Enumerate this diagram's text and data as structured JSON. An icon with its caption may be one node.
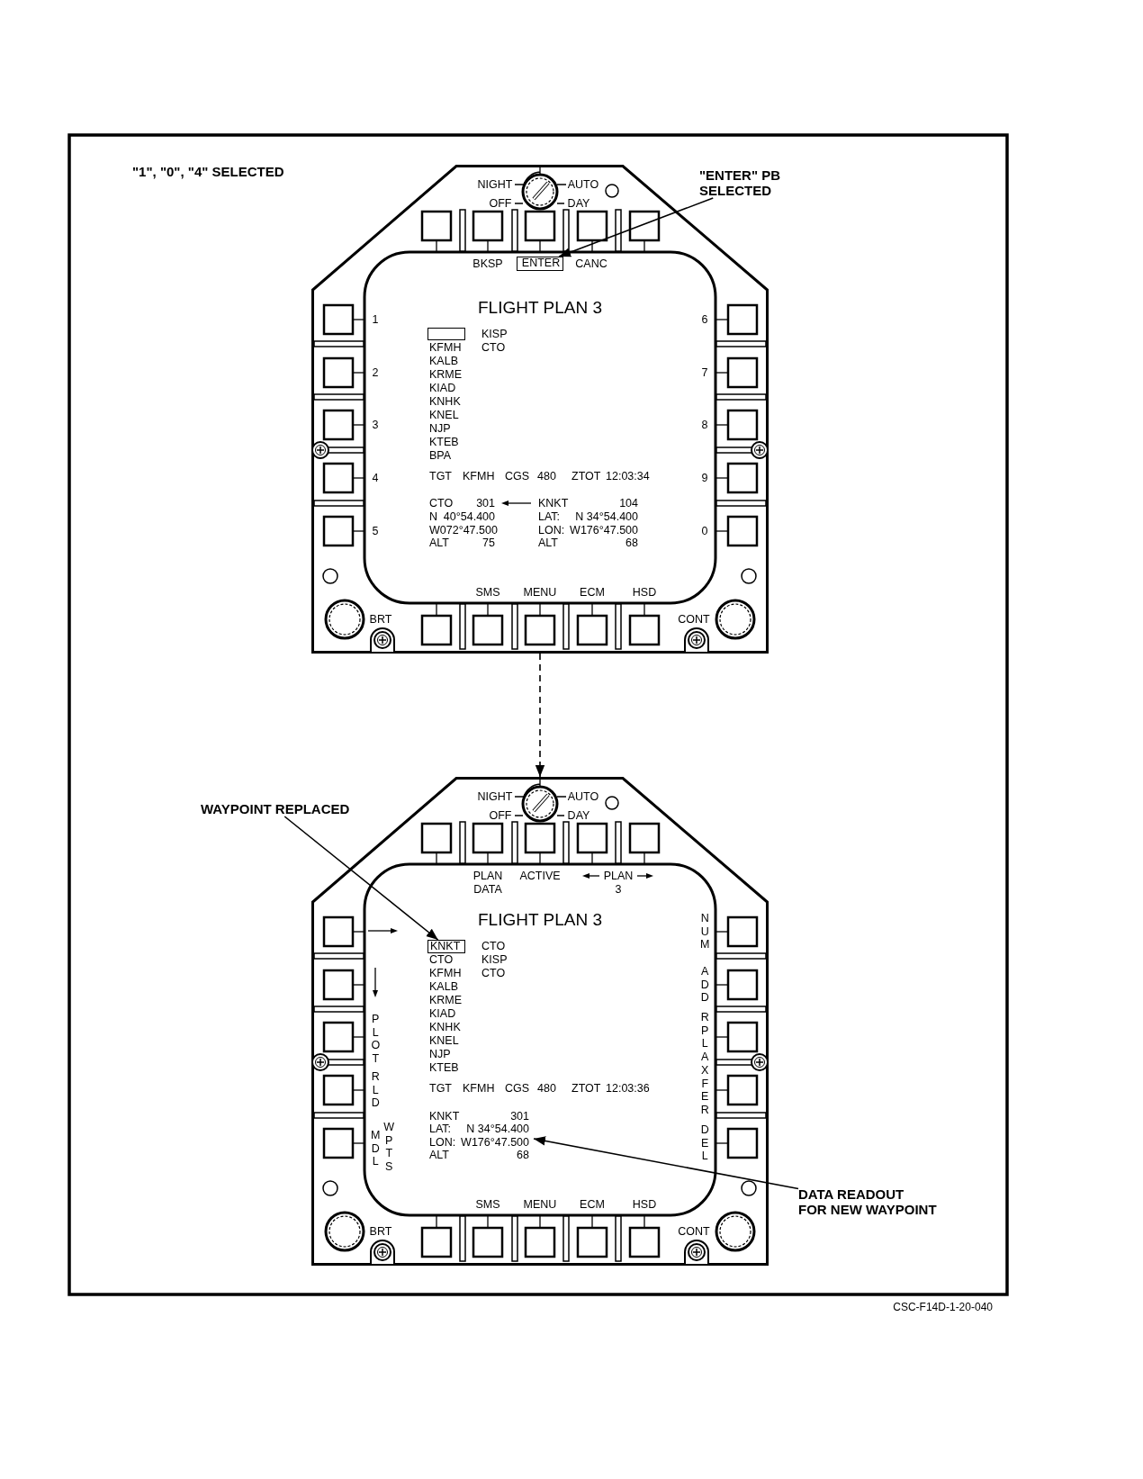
{
  "diagram": {
    "nodes": [
      {
        "text": [
          "NIGHT",
          "AUTO",
          "OFF",
          "DAY",
          "BKSP",
          "CANC",
          "FLIGHT PLAN 3",
          "1",
          "2",
          "3",
          "4",
          "5",
          "KISP",
          "KFMH",
          "CTO",
          "KALB",
          "KRME",
          "KIAD",
          "KNHK",
          "KNEL",
          "NJP",
          "KTEB",
          "BPA",
          "TGT",
          "KFMH",
          "CGS",
          "480",
          "ZTOT",
          "12:03:34",
          "CTO",
          "301",
          "KNKT",
          "104",
          "N",
          "40°54.400",
          "LAT:",
          "N 34°54.400",
          "W072°47.500",
          "LON:",
          "W176°47.500",
          "ALT",
          "75",
          "ALT",
          "68",
          "6",
          "7",
          "8",
          "9",
          "0",
          "SMS",
          "MENU",
          "ECM",
          "HSD",
          "BRT",
          "CONT"
        ]
      },
      {
        "text": [
          "ENTER"
        ],
        "in": 0
      },
      {
        "text": [],
        "shape": "box",
        "in": 0
      },
      {
        "text": [
          "\"ENTER\" PB SELECTED"
        ]
      },
      {
        "text": [
          "WAYPOINT REPLACED"
        ]
      },
      {
        "text": [
          "NIGHT",
          "AUTO",
          "OFF",
          "DAY",
          "PLAN DATA",
          "ACTIVE",
          "PLAN 3",
          "FLIGHT PLAN 3",
          "PLOT",
          "RLD",
          "MDL",
          "WPTS",
          "CTO",
          "CTO",
          "KISP",
          "KFMH",
          "CTO",
          "KALB",
          "KRME",
          "KIAD",
          "KNHK",
          "KNEL",
          "NJP",
          "KTEB",
          "TGT",
          "KFMH",
          "CGS",
          "480",
          "ZTOT",
          "12:03:36",
          "KNKT",
          "301",
          "LAT:",
          "N 34°54.400",
          "LON:",
          "W176°47.500",
          "ALT",
          "68",
          "NUM",
          "ADD",
          "RPLA",
          "XFER",
          "DEL",
          "SMS",
          "MENU",
          "ECM",
          "HSD",
          "BRT",
          "CONT"
        ]
      },
      {
        "text": [
          "KNKT"
        ],
        "in": 5
      },
      {
        "text": [
          "DATA READOUT FOR NEW WAYPOINT"
        ]
      }
    ],
    "edges": [
      {
        "from": 3,
        "to": 1,
        "arrow": "to"
      },
      {
        "from": 0,
        "to": 5,
        "arrow": "to",
        "style": "dashed"
      },
      {
        "from": 4,
        "to": 6,
        "arrow": "to"
      },
      {
        "from": 7,
        "to": null,
        "arrow": "to"
      }
    ],
    "labels": [
      "\"1\", \"0\", \"4\" SELECTED",
      "CSC-F14D-1-20-040"
    ]
  }
}
